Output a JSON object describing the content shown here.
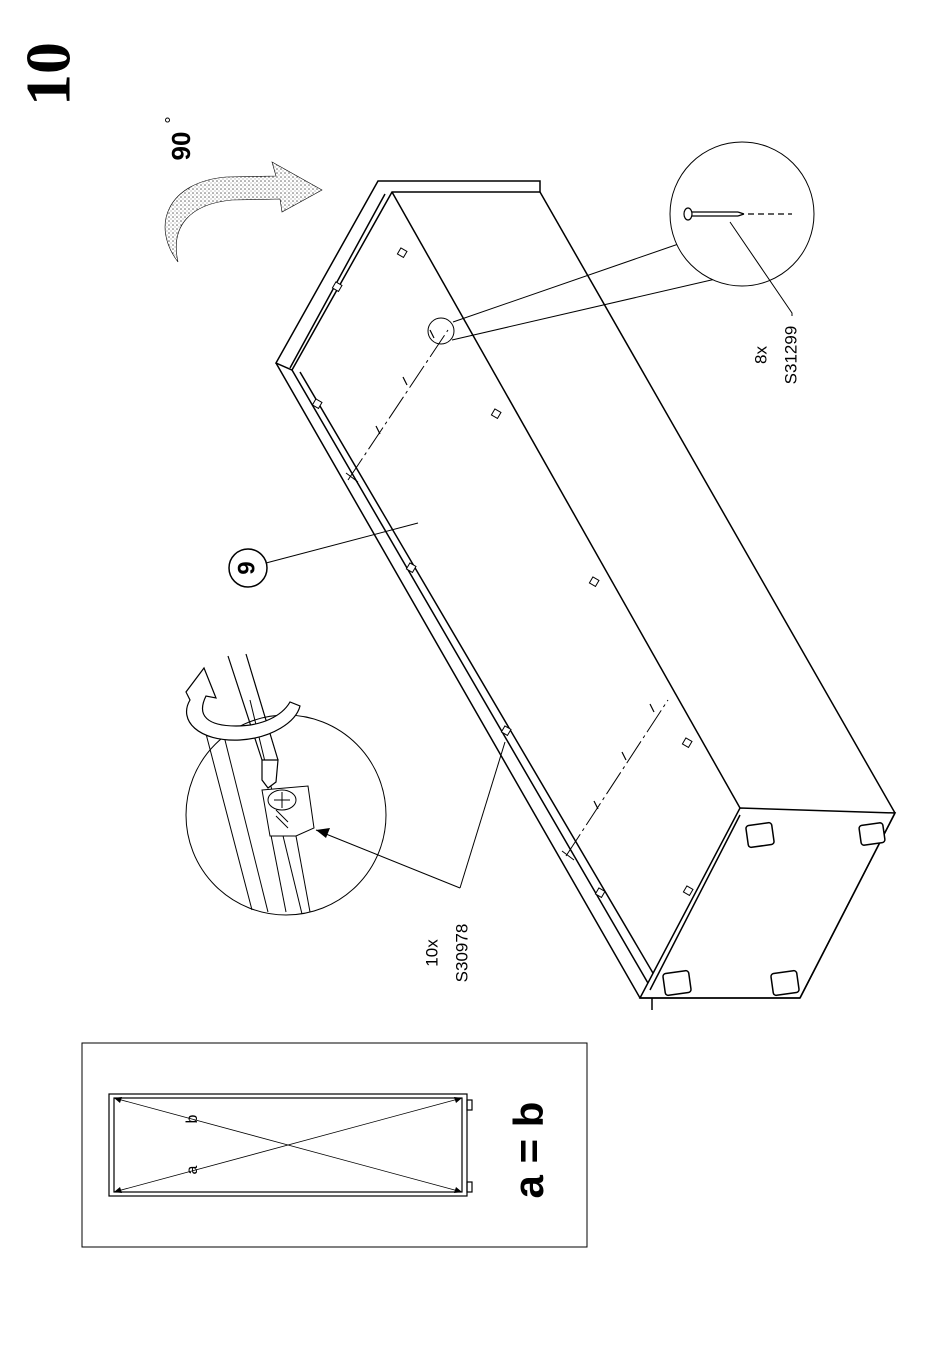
{
  "step": {
    "number": "10"
  },
  "rotation": {
    "angle": "90",
    "degree_symbol": "°"
  },
  "parts": [
    {
      "quantity": "8x",
      "code": "S31299"
    },
    {
      "quantity": "10x",
      "code": "S30978"
    }
  ],
  "panel_callout": {
    "number": "9"
  },
  "diagonal_check": {
    "label_a": "a",
    "label_b": "b",
    "equation": "a = b"
  }
}
